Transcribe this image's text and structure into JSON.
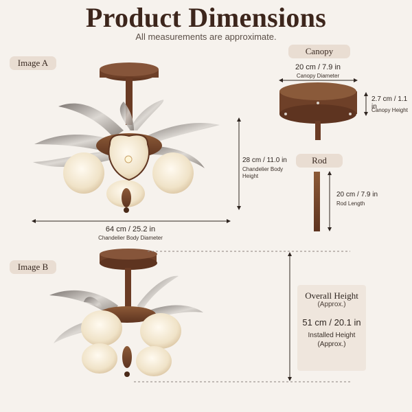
{
  "header": {
    "title": "Product Dimensions",
    "subtitle": "All measurements are approximate."
  },
  "labels": {
    "image_a": "Image A",
    "image_b": "Image B",
    "canopy": "Canopy",
    "rod": "Rod"
  },
  "measurements": {
    "canopy_diameter": {
      "value": "20 cm / 7.9 in",
      "caption": "Canopy Diameter"
    },
    "canopy_height": {
      "value": "2.7 cm / 1.1 in",
      "caption": "Canopy Height"
    },
    "rod_length": {
      "value": "20 cm / 7.9 in",
      "caption": "Rod Length"
    },
    "body_height": {
      "value": "28 cm / 11.0 in",
      "caption_line1": "Chandelier Body",
      "caption_line2": "Height"
    },
    "body_diameter": {
      "value": "64 cm / 25.2 in",
      "caption": "Chandelier Body Diameter"
    }
  },
  "overall": {
    "title": "Overall Height",
    "approx": "(Approx.)",
    "value": "51 cm / 20.1 in",
    "caption_line1": "Installed Height",
    "caption_line2": "(Approx.)"
  },
  "colors": {
    "background": "#f6f2ed",
    "bronze": "#7a4a2c",
    "glass_white": "#f3ead8",
    "pill": "#e9ddd2"
  }
}
